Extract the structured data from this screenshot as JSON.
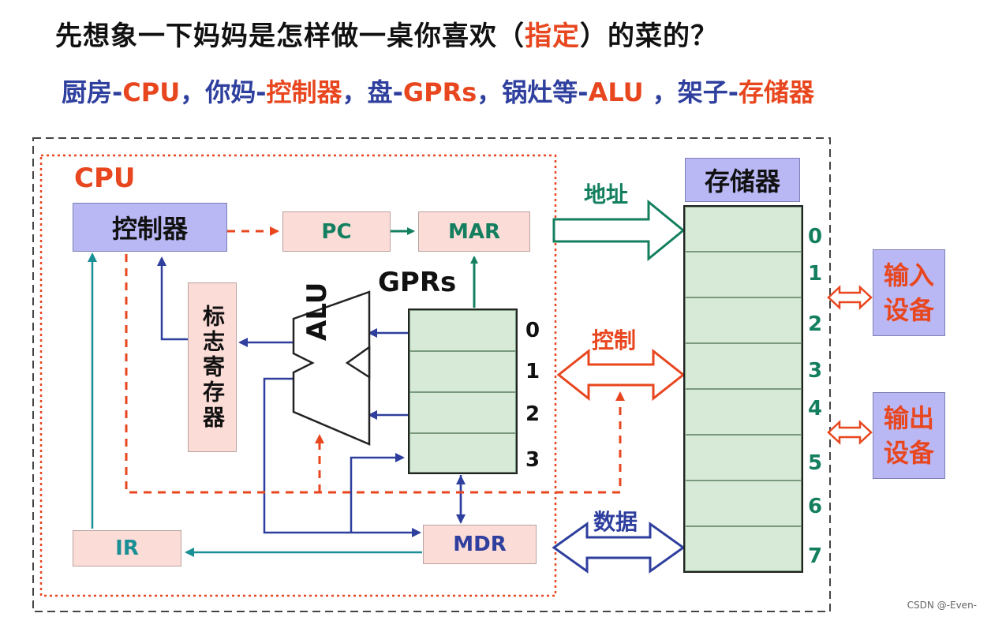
{
  "heading": {
    "part1": "先想象一下妈妈是怎样做一桌你喜欢（",
    "highlight": "指定",
    "part2": "）的菜的？"
  },
  "subheading": {
    "s1": "厨房-",
    "s1v": "CPU",
    "s1s": "，",
    "s2": "你妈-",
    "s2v": "控制器",
    "s2s": "，",
    "s3": "盘-",
    "s3v": "GPRs",
    "s3s": "，",
    "s4": "锅灶等-",
    "s4v": "ALU",
    "s4s": " ，",
    "s5": "架子-",
    "s5v": "存储器"
  },
  "cpu": {
    "label": "CPU"
  },
  "blocks": {
    "controller": "控制器",
    "pc": "PC",
    "mar": "MAR",
    "flags": "标志寄存器",
    "alu": "ALU",
    "gprs_label": "GPRs",
    "ir": "IR",
    "mdr": "MDR",
    "memory": "存储器",
    "input": "输入设备",
    "output": "输出设备"
  },
  "buses": {
    "address": "地址",
    "control": "控制",
    "data": "数据"
  },
  "gpr_indices": [
    "0",
    "1",
    "2",
    "3"
  ],
  "memory_indices": [
    "0",
    "1",
    "2",
    "3",
    "4",
    "5",
    "6",
    "7"
  ],
  "watermark": "CSDN @-Even-",
  "colors": {
    "teal": "#137f5f",
    "navy": "#2f3f9e",
    "orange": "#e8461e",
    "cyan": "#1a8f95"
  }
}
